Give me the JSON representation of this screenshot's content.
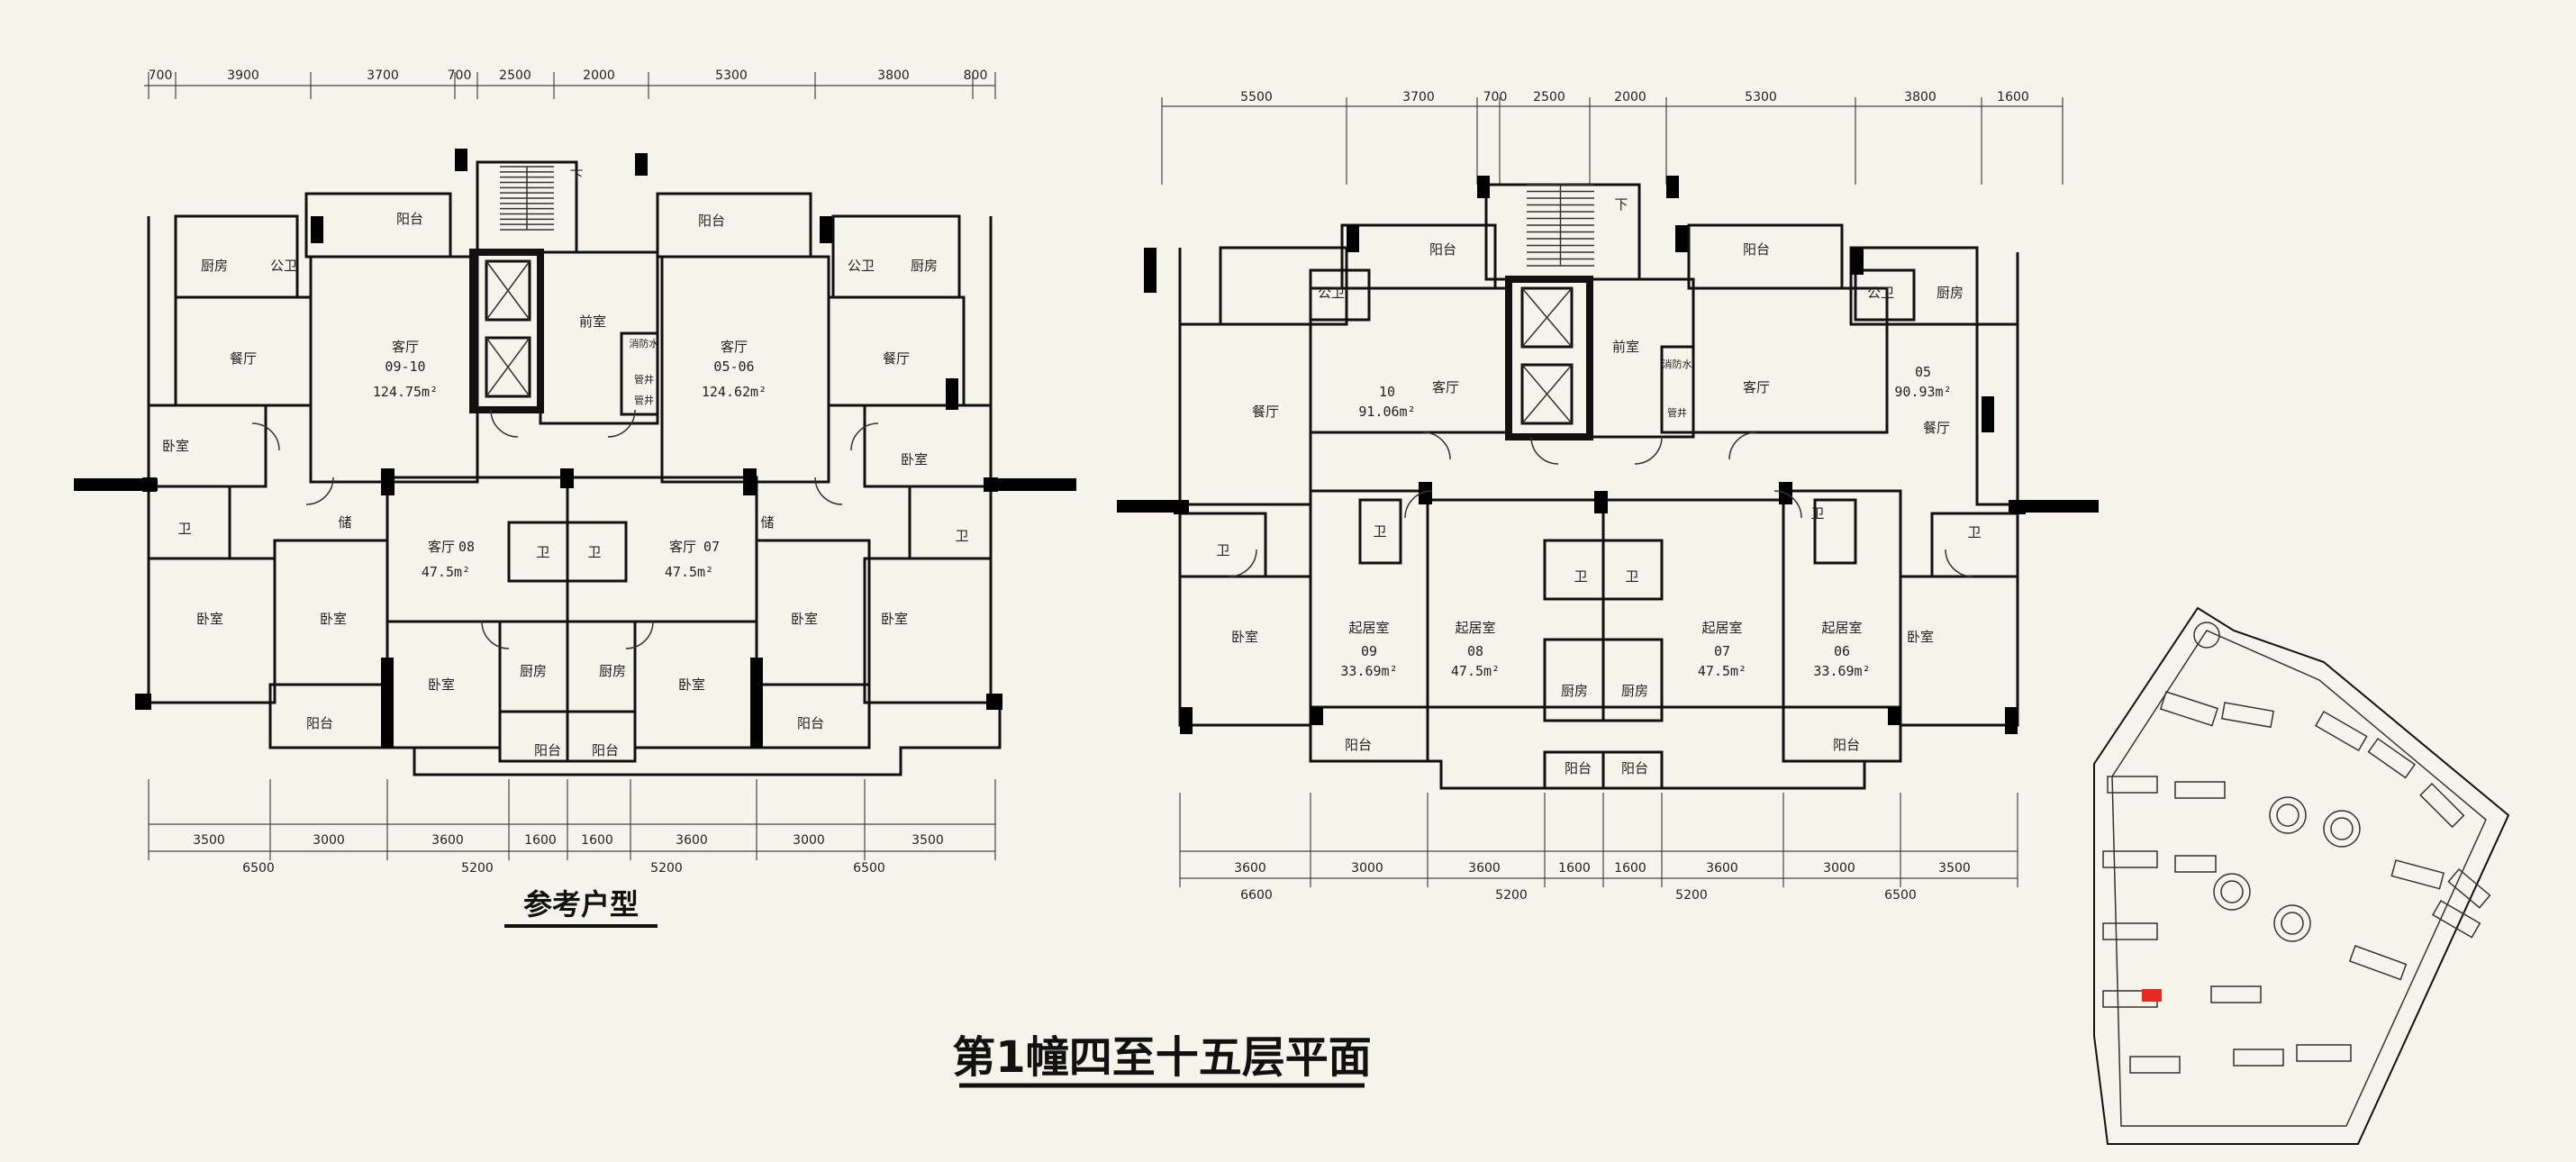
{
  "title": "第1幢四至十五层平面",
  "subtitle": "参考户型",
  "left_plan": {
    "top_dims": [
      "700",
      "3900",
      "3700",
      "700",
      "2500",
      "2000",
      "5300",
      "3800",
      "800"
    ],
    "bottom_dims_row1": [
      "3500",
      "3000",
      "3600",
      "1600",
      "1600",
      "3600",
      "3000",
      "3500"
    ],
    "bottom_dims_row2": [
      "6500",
      "5200",
      "5200",
      "6500"
    ],
    "units": [
      {
        "code": "09-10",
        "room": "客厅",
        "area": "124.75m²"
      },
      {
        "code": "05-06",
        "room": "客厅",
        "area": "124.62m²"
      },
      {
        "code": "08",
        "room": "客厅",
        "area": "47.5m²"
      },
      {
        "code": "07",
        "room": "客厅",
        "area": "47.5m²"
      }
    ],
    "rooms": {
      "balcony": "阳台",
      "kitchen": "厨房",
      "public_wc": "公卫",
      "dining": "餐厅",
      "bedroom": "卧室",
      "wc": "卫",
      "storage": "储",
      "vestibule": "前室",
      "fire_water": "消防水",
      "pipe": "管井",
      "down": "下"
    }
  },
  "right_plan": {
    "top_dims": [
      "5500",
      "3700",
      "700",
      "2500",
      "2000",
      "5300",
      "3800",
      "1600"
    ],
    "bottom_dims_row1": [
      "3600",
      "3000",
      "3600",
      "1600",
      "1600",
      "3600",
      "3000",
      "3500"
    ],
    "bottom_dims_row2": [
      "6600",
      "5200",
      "5200",
      "6500"
    ],
    "units": [
      {
        "code": "10",
        "room": "客厅",
        "area": "91.06m²"
      },
      {
        "code": "05",
        "room": "客厅",
        "area": "90.93m²"
      },
      {
        "code": "09",
        "room": "起居室",
        "area": "33.69m²"
      },
      {
        "code": "08",
        "room": "起居室",
        "area": "47.5m²"
      },
      {
        "code": "07",
        "room": "起居室",
        "area": "47.5m²"
      },
      {
        "code": "06",
        "room": "起居室",
        "area": "33.69m²"
      }
    ]
  },
  "colors": {
    "background": "#f5f3ea",
    "line": "#111111",
    "highlight": "#e8281e"
  }
}
